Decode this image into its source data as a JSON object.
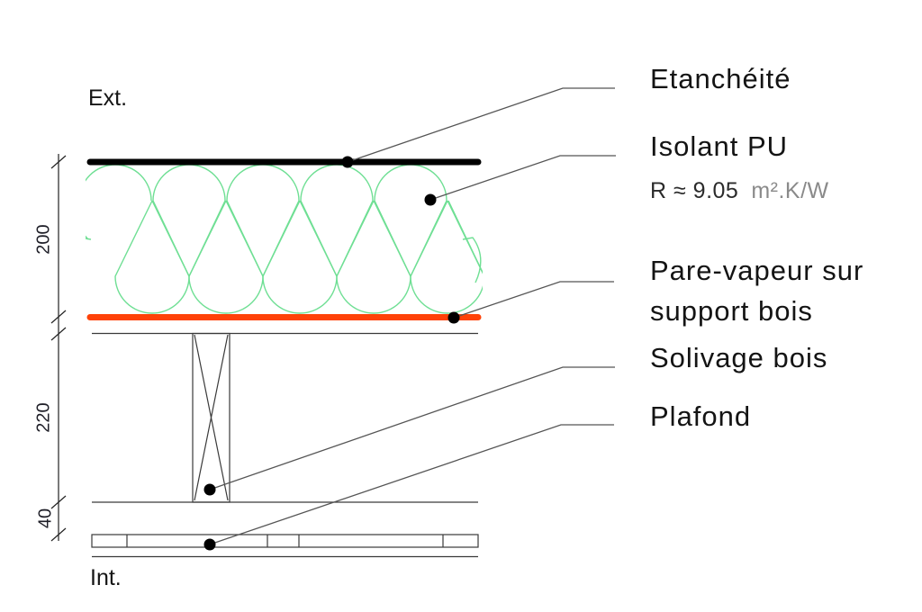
{
  "annotations": {
    "exterior": "Ext.",
    "interior": "Int."
  },
  "dimensions": {
    "insulation_mm": "200",
    "joist_mm": "220",
    "gap_mm": "40"
  },
  "labels": {
    "etancheite": "Etanchéité",
    "isolant": "Isolant PU",
    "r_value": "R ≈ 9.05",
    "r_unit": "m².K/W",
    "pare_vapeur_line1": "Pare-vapeur sur",
    "pare_vapeur_line2": "support bois",
    "solivage": "Solivage bois",
    "plafond": "Plafond"
  },
  "colors": {
    "insulation_green": "#6FDF94",
    "pare_vapeur_orange": "#FF4208",
    "etancheite_black": "#000000",
    "structure_line": "#3a3a3a",
    "leader_grey": "#555555",
    "dimension_line": "#222222"
  }
}
